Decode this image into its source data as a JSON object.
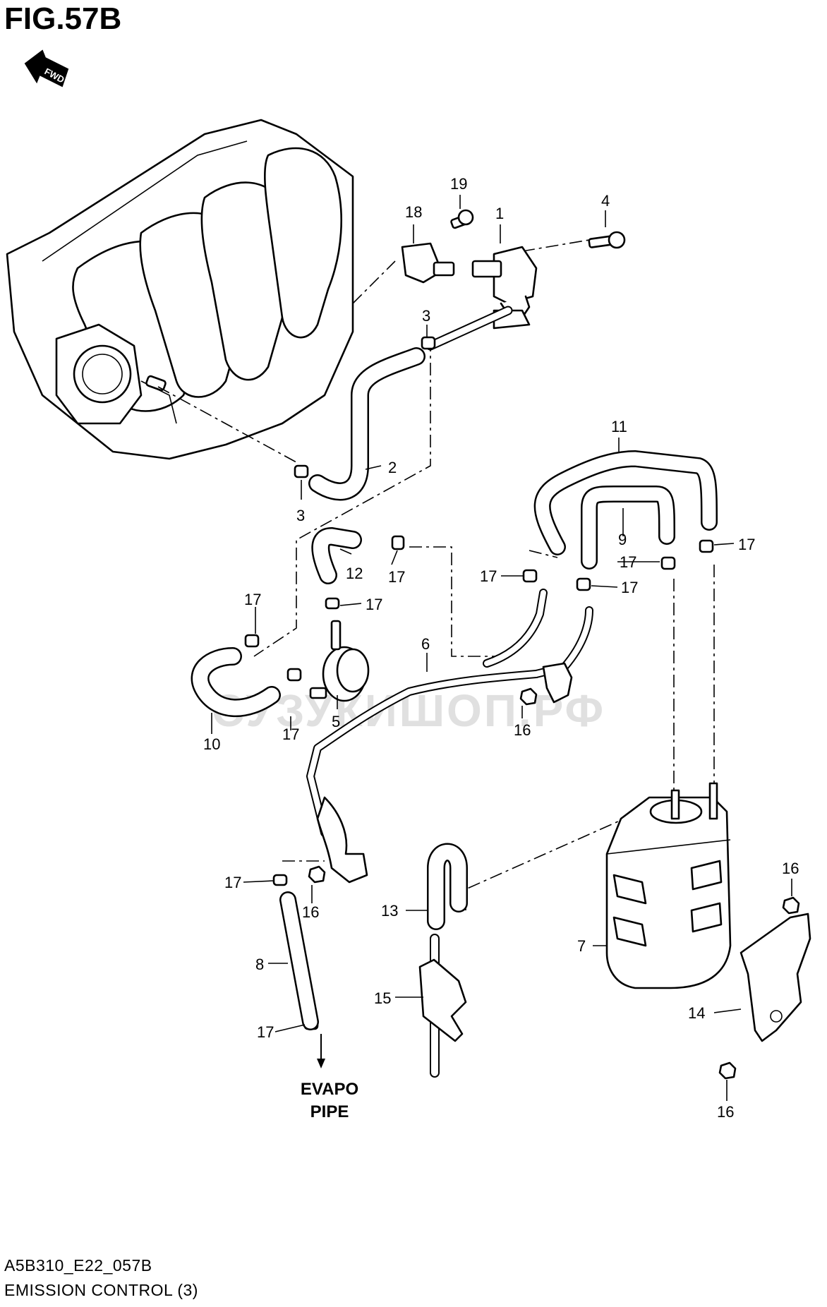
{
  "figure": {
    "title": "FIG.57B",
    "fwd_label": "FWD",
    "watermark": "СУЗУКИШОП.РФ",
    "evapo_line1": "EVAPO",
    "evapo_line2": "PIPE",
    "drawing_code": "A5B310_E22_057B",
    "drawing_name": "EMISSION CONTROL (3)"
  },
  "callouts": [
    "1",
    "2",
    "3",
    "3",
    "4",
    "5",
    "6",
    "7",
    "8",
    "9",
    "10",
    "11",
    "12",
    "13",
    "14",
    "15",
    "16",
    "16",
    "16",
    "16",
    "17",
    "17",
    "17",
    "17",
    "17",
    "17",
    "17",
    "17",
    "17",
    "17",
    "18",
    "19"
  ]
}
